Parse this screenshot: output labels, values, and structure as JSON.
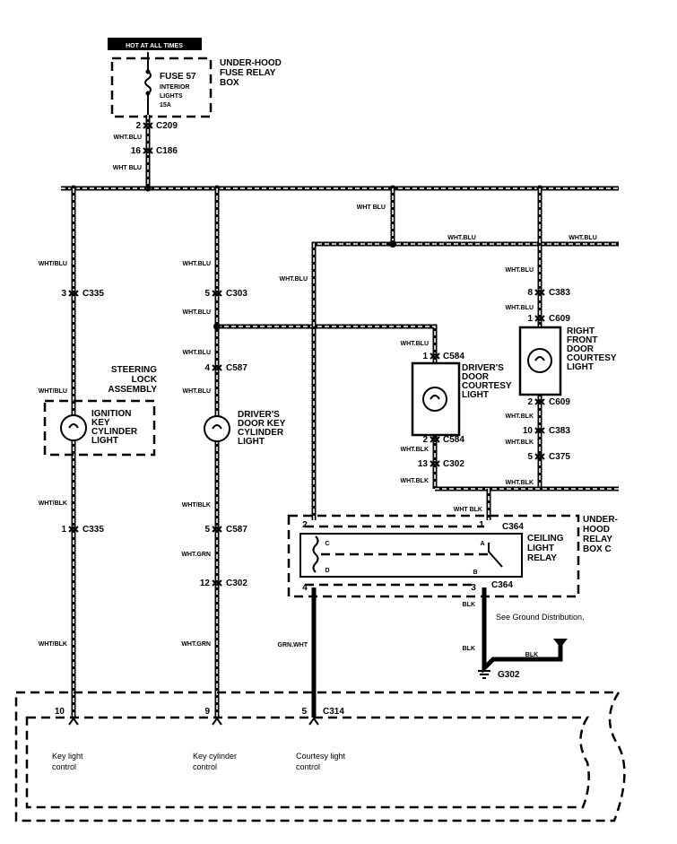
{
  "power": {
    "hot_label": "HOT AT ALL TIMES"
  },
  "fuse_box": {
    "name": [
      "UNDER-HOOD",
      "FUSE RELAY",
      "BOX"
    ],
    "fuse": "FUSE 57",
    "desc": [
      "INTERIOR",
      "LIGHTS",
      "15A"
    ]
  },
  "feed": {
    "c209_pin": "2",
    "c209": "C209",
    "wire1": "WHT.BLU",
    "c186_pin": "16",
    "c186": "C186",
    "wire2": "WHT BLU"
  },
  "key_light_circuit": {
    "wire_top": "WHT/BLU",
    "c335_pin": "3",
    "c335": "C335",
    "assembly": [
      "STEERING",
      "LOCK",
      "ASSEMBLY"
    ],
    "wire_mid": "WHT/BLU",
    "light": [
      "IGNITION",
      "KEY",
      "CYLINDER",
      "LIGHT"
    ],
    "wire_blk1": "WHT/BLK",
    "c335b_pin": "1",
    "c335b": "C335",
    "wire_blk2": "WHT/BLK",
    "c314_pin": "10"
  },
  "key_cylinder_circuit": {
    "wire1": "WHT.BLU",
    "c303_pin": "5",
    "c303": "C303",
    "wire2": "WHT.BLU",
    "wire3": "WHT.BLU",
    "c587_pin": "4",
    "c587": "C587",
    "wire4": "WHT.BLU",
    "light": [
      "DRIVER'S",
      "DOOR KEY",
      "CYLINDER",
      "LIGHT"
    ],
    "wire5": "WHT/BLK",
    "c587b_pin": "5",
    "c587b": "C587",
    "wire6": "WHT.GRN",
    "c302_pin": "12",
    "c302": "C302",
    "wire7": "WHT.GRN",
    "c314_pin": "9"
  },
  "courtesy_feed": {
    "wire_drop": "WHT BLU",
    "wire_h1": "WHT.BLU",
    "wire_h2": "WHT.BLU",
    "wire_v": "WHT.BLU"
  },
  "drivers_door_light": {
    "wire_top": "WHT.BLU",
    "c584_pin": "1",
    "c584": "C584",
    "name": [
      "DRIVER'S",
      "DOOR",
      "COURTESY",
      "LIGHT"
    ],
    "c584b_pin": "2",
    "c584b": "C584",
    "wire1": "WHT.BLK",
    "c302_pin": "13",
    "c302": "C302",
    "wire2": "WHT.BLK"
  },
  "right_door_light": {
    "wire1": "WHT.BLU",
    "c383_pin": "8",
    "c383": "C383",
    "wire2": "WHT.BLU",
    "c609_pin": "1",
    "c609": "C609",
    "name": [
      "RIGHT",
      "FRONT",
      "DOOR",
      "COURTESY",
      "LIGHT"
    ],
    "c609b_pin": "2",
    "c609b": "C609",
    "wire3": "WHT.BLK",
    "c383b_pin": "10",
    "c383b": "C383",
    "wire4": "WHT.BLK",
    "c375_pin": "5",
    "c375": "C375",
    "wire5": "WHT.BLK"
  },
  "relay": {
    "wire_in": "WHT BLK",
    "box_name": [
      "UNDER-",
      "HOOD",
      "RELAY",
      "BOX C"
    ],
    "name": [
      "CEILING",
      "LIGHT",
      "RELAY"
    ],
    "pin2": "2",
    "pin1": "1",
    "c364": "C364",
    "pin4": "4",
    "pin3": "3",
    "c364b": "C364",
    "term_c": "C",
    "term_d": "D",
    "term_a": "A",
    "term_b": "B"
  },
  "ground": {
    "wire1": "BLK",
    "note": "See Ground Distribution,",
    "wire2": "BLK",
    "wire3": "BLK",
    "g302": "G302"
  },
  "control_unit": {
    "wire_grn": "GRN.WHT",
    "c314_pin": "5",
    "c314": "C314",
    "inputs": [
      {
        "label": [
          "Key light",
          "control"
        ]
      },
      {
        "label": [
          "Key cylinder",
          "control"
        ]
      },
      {
        "label": [
          "Courtesy light",
          "control"
        ]
      }
    ]
  }
}
